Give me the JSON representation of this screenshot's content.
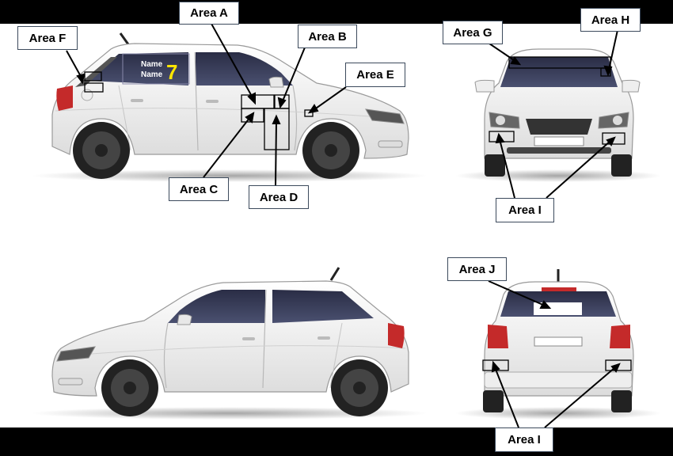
{
  "labels": {
    "area_a": "Area A",
    "area_b": "Area B",
    "area_c": "Area C",
    "area_d": "Area D",
    "area_e": "Area E",
    "area_f": "Area F",
    "area_g": "Area G",
    "area_h": "Area H",
    "area_i_front": "Area I",
    "area_i_rear": "Area I",
    "area_j": "Area J"
  },
  "window_sticker": {
    "name_line1": "Name",
    "name_line2": "Name",
    "number": "7"
  },
  "colors": {
    "car_body": "#f4f4f4",
    "glass": "#3a3f5a",
    "tail_light": "#d03030",
    "number_yellow": "#ffe600",
    "label_border": "#3c4a5c"
  }
}
